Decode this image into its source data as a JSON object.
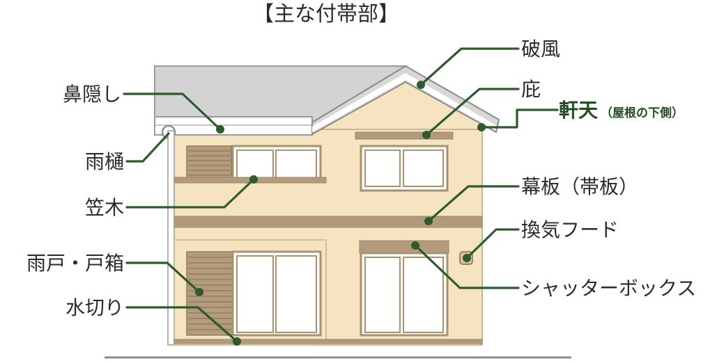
{
  "title": "【主な付帯部】",
  "labels": {
    "hafu": "破風",
    "hana_kakushi": "鼻隠し",
    "hisashi": "庇",
    "noki_ten": "軒天",
    "noki_ten_note": "（屋根の下側）",
    "amadoi": "雨樋",
    "kasagi": "笠木",
    "makuita": "幕板（帯板）",
    "kanki_hood": "換気フード",
    "amado_tobako": "雨戸・戸箱",
    "shutter_box": "シャッターボックス",
    "mizukiri": "水切り"
  },
  "colors": {
    "leader": "#2e5a2e",
    "wall": "#f6e3bf",
    "roof": "#d3d3d3",
    "trim": "#b49a7c",
    "text": "#2b2b2b"
  }
}
